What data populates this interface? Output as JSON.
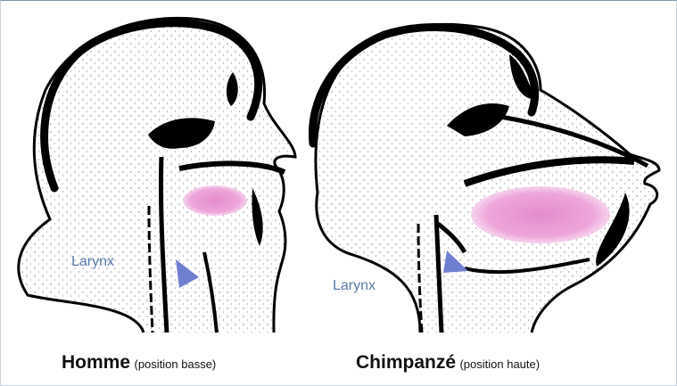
{
  "figure": {
    "left_panel": {
      "label": "Larynx",
      "caption_main": "Homme",
      "caption_sub": "(position basse)"
    },
    "right_panel": {
      "label": "Larynx",
      "caption_main": "Chimpanzé",
      "caption_sub": "(position haute)"
    },
    "colors": {
      "outline": "#000000",
      "tongue": "#e89bd0",
      "larynx": "#6f7fd0",
      "label": "#5a7aa8"
    }
  }
}
